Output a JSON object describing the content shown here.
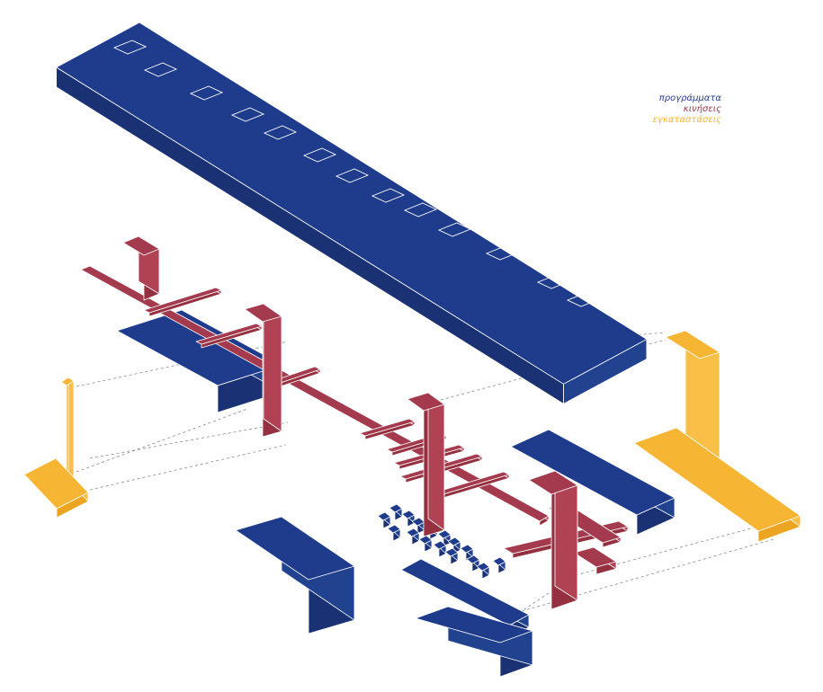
{
  "legend": {
    "items": [
      {
        "label": "προγράμματα",
        "color": "#2a3f8f"
      },
      {
        "label": "κινήσεις",
        "color": "#9c3a4a"
      },
      {
        "label": "εγκαταστάσεις",
        "color": "#f4b43a"
      }
    ]
  },
  "colors": {
    "blue_top": "#1f3c8c",
    "blue_front": "#1a3174",
    "blue_side": "#21428f",
    "red_top": "#a43a4d",
    "red_front": "#94303f",
    "red_side": "#b04254",
    "yellow_top": "#f7b534",
    "yellow_front": "#eda521",
    "yellow_side": "#f9bf47",
    "edge": "#ffffff",
    "dash": "#8a8a8a"
  }
}
